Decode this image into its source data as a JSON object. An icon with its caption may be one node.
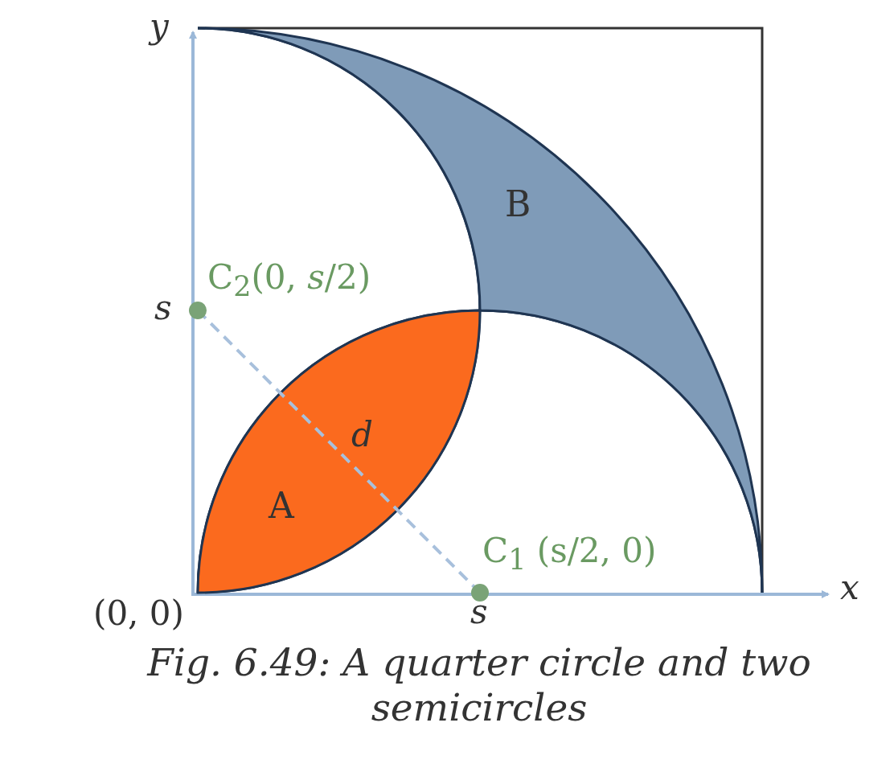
{
  "diagram": {
    "caption": "Fig. 6.49: A quarter circle and two semicircles",
    "nodes": [
      {
        "text": [
          "B"
        ]
      },
      {
        "text": [
          "A"
        ]
      }
    ],
    "labels": [
      "y",
      "C$_{2}$(0, *s*/2)",
      "s",
      "d",
      "C$_{1}$ (s/2, 0)",
      "x",
      "(0, 0)",
      "s"
    ]
  }
}
